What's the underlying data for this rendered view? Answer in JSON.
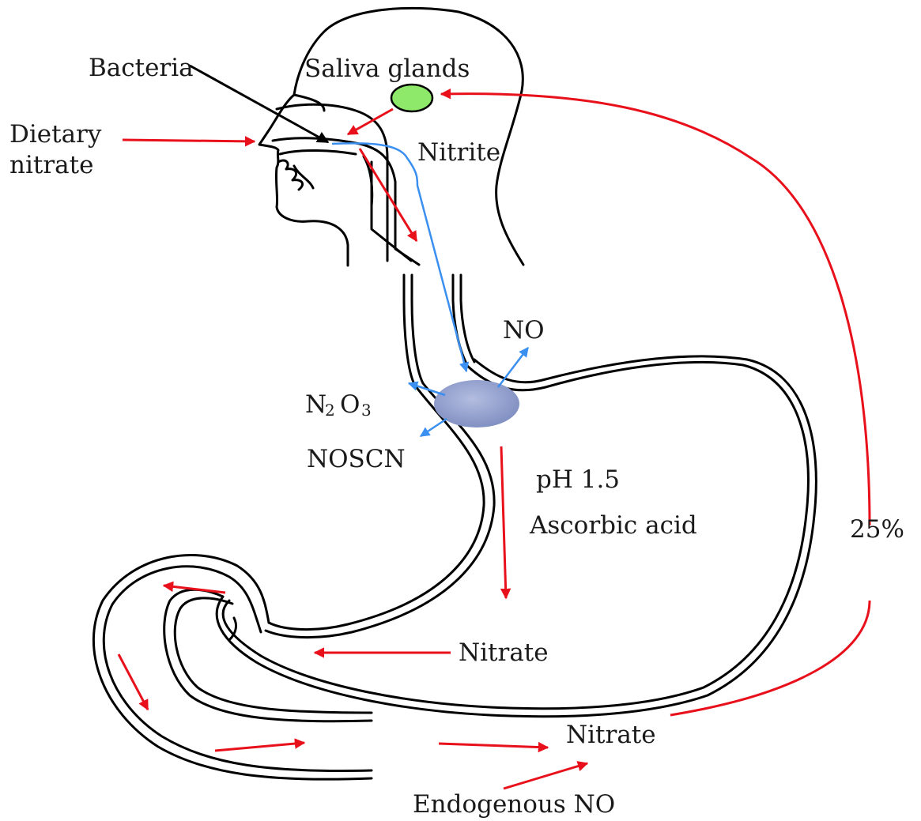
{
  "labels": {
    "bacteria": "Bacteria",
    "saliva_glands": "Saliva glands",
    "dietary": "Dietary",
    "nitrate_intake": "nitrate",
    "nitrite": "Nitrite",
    "no": "NO",
    "n2o3_n": "N",
    "n2o3_2": "2",
    "n2o3_o": "O",
    "n2o3_3": "3",
    "noscn": "NOSCN",
    "ph": "pH 1.5",
    "ascorbic_acid": "Ascorbic acid",
    "percent": "25%",
    "nitrate_stomach": "Nitrate",
    "nitrate_blood": "Nitrate",
    "endogenous_no": "Endogenous NO"
  },
  "colors": {
    "arrow_red": "#e8101b",
    "arrow_blue": "#3a8ff0",
    "saliva_gland_fill": "#8ee86a",
    "stomach_blob_fill": "#8e9cc9",
    "outline": "#000000"
  }
}
